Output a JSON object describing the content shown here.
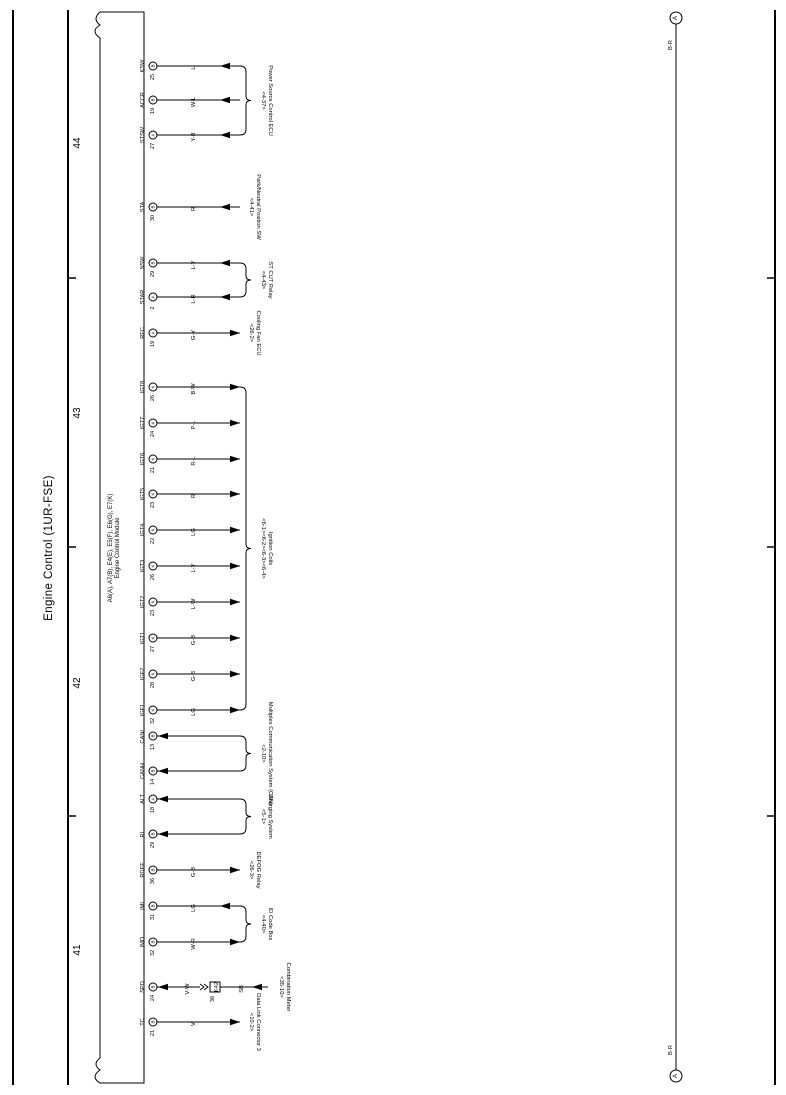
{
  "page": {
    "title": "Engine Control (1UR-FSE)",
    "sections": [
      "44",
      "43",
      "42",
      "41"
    ],
    "ecu": {
      "codes": "A6(A), A7(B), E4(E), E5(F), E6(G), E7(K)",
      "name": "Engine Control Module"
    },
    "terminal": {
      "letter": "A",
      "wire": "B-R"
    }
  },
  "pins": [
    {
      "name": "KSW",
      "num": "25",
      "conn": "B",
      "wire": "L",
      "dir": "in",
      "group": 0
    },
    {
      "name": "ACCR",
      "num": "19",
      "conn": "B",
      "wire": "W-L",
      "dir": "in",
      "group": 0
    },
    {
      "name": "STSW",
      "num": "27",
      "conn": "A",
      "wire": "Y-B",
      "dir": "in",
      "group": 0
    },
    {
      "name": "STA",
      "num": "30",
      "conn": "B",
      "wire": "R",
      "dir": "in",
      "group": 1
    },
    {
      "name": "NSW",
      "num": "29",
      "conn": "B",
      "wire": "L-Y",
      "dir": "in",
      "group": 2
    },
    {
      "name": "STAR",
      "num": "2",
      "conn": "A",
      "wire": "L-R",
      "dir": "in",
      "group": 2
    },
    {
      "name": "RFC",
      "num": "19",
      "conn": "A",
      "wire": "G-Y",
      "dir": "out",
      "group": 3
    },
    {
      "name": "IGT8",
      "num": "26",
      "conn": "K",
      "wire": "B-W",
      "dir": "out",
      "group": 4
    },
    {
      "name": "IGT7",
      "num": "24",
      "conn": "K",
      "wire": "P-L",
      "dir": "out",
      "group": 4
    },
    {
      "name": "IGT6",
      "num": "21",
      "conn": "K",
      "wire": "R-L",
      "dir": "out",
      "group": 4
    },
    {
      "name": "IGT5",
      "num": "23",
      "conn": "K",
      "wire": "R",
      "dir": "out",
      "group": 4
    },
    {
      "name": "IGT4",
      "num": "22",
      "conn": "K",
      "wire": "LG",
      "dir": "out",
      "group": 4
    },
    {
      "name": "IGT3",
      "num": "26",
      "conn": "K",
      "wire": "L-Y",
      "dir": "out",
      "group": 4
    },
    {
      "name": "IGT2",
      "num": "23",
      "conn": "K",
      "wire": "L-W",
      "dir": "out",
      "group": 4
    },
    {
      "name": "IGT1",
      "num": "27",
      "conn": "K",
      "wire": "G-B",
      "dir": "out",
      "group": 4
    },
    {
      "name": "IGF2",
      "num": "28",
      "conn": "K",
      "wire": "G-B",
      "dir": "out",
      "group": 4
    },
    {
      "name": "IGF1",
      "num": "32",
      "conn": "K",
      "wire": "LG",
      "dir": "out",
      "group": 4
    },
    {
      "name": "CANL",
      "num": "13",
      "conn": "B",
      "wire": "",
      "dir": "both",
      "group": 5
    },
    {
      "name": "CANH",
      "num": "14",
      "conn": "B",
      "wire": "",
      "dir": "both",
      "group": 5
    },
    {
      "name": "ALT",
      "num": "18",
      "conn": "A",
      "wire": "",
      "dir": "both",
      "group": 6
    },
    {
      "name": "RL",
      "num": "29",
      "conn": "B",
      "wire": "",
      "dir": "both",
      "group": 6
    },
    {
      "name": "RDEF",
      "num": "36",
      "conn": "B",
      "wire": "G-B",
      "dir": "out",
      "group": 7
    },
    {
      "name": "IMI",
      "num": "31",
      "conn": "B",
      "wire": "LG",
      "dir": "in",
      "group": 8
    },
    {
      "name": "IMO",
      "num": "32",
      "conn": "B",
      "wire": "W-R",
      "dir": "out",
      "group": 8
    },
    {
      "name": "SPD",
      "num": "24",
      "conn": "B",
      "wire": "V-W",
      "dir": "in",
      "group": 9
    },
    {
      "name": "TC",
      "num": "21",
      "conn": "B",
      "wire": "V",
      "dir": "out",
      "group": 10
    }
  ],
  "devices": [
    {
      "name": "Power Source Control ECU",
      "code": "<4-37>"
    },
    {
      "name": "Park/Neutral Position SW",
      "code": "<4-41>"
    },
    {
      "name": "ST CUT Relay",
      "code": "<4-43>"
    },
    {
      "name": "Cooling Fan ECU",
      "code": "<26-2>"
    },
    {
      "name": "Ignition Coils",
      "code": "<6-1><6-2><6-3><6-4>"
    },
    {
      "name": "Multiplex Communication System (CAN)",
      "code": "<2-10>"
    },
    {
      "name": "Charging System",
      "code": "<5-1>"
    },
    {
      "name": "DEFOG Relay",
      "code": "<26-3>"
    },
    {
      "name": "ID Code Box",
      "code": "<4-40>"
    },
    {
      "name": "Combination Meter",
      "code": "<35-10>",
      "wire": "SB",
      "splice": "K42",
      "splice_pin": "36"
    },
    {
      "name": "Data Link Connector 3",
      "code": "<10-2>"
    }
  ]
}
